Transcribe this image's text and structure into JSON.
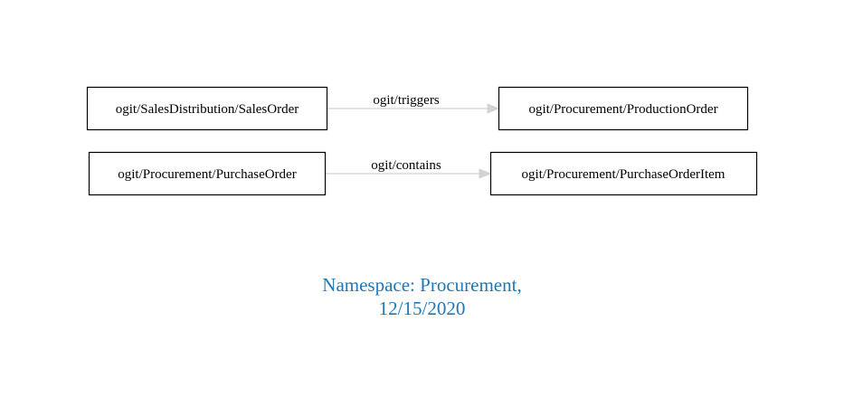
{
  "graph": {
    "nodes": [
      {
        "id": "sales-order",
        "label": "ogit/SalesDistribution/SalesOrder"
      },
      {
        "id": "production-order",
        "label": "ogit/Procurement/ProductionOrder"
      },
      {
        "id": "purchase-order",
        "label": "ogit/Procurement/PurchaseOrder"
      },
      {
        "id": "purchase-order-item",
        "label": "ogit/Procurement/PurchaseOrderItem"
      }
    ],
    "edges": [
      {
        "from": "sales-order",
        "to": "production-order",
        "label": "ogit/triggers"
      },
      {
        "from": "purchase-order",
        "to": "purchase-order-item",
        "label": "ogit/contains"
      }
    ],
    "colors": {
      "edge": "#d3d3d3",
      "node_border": "#000000",
      "caption": "#1f77b4"
    }
  },
  "caption": {
    "line1": "Namespace: Procurement,",
    "line2": "12/15/2020"
  }
}
